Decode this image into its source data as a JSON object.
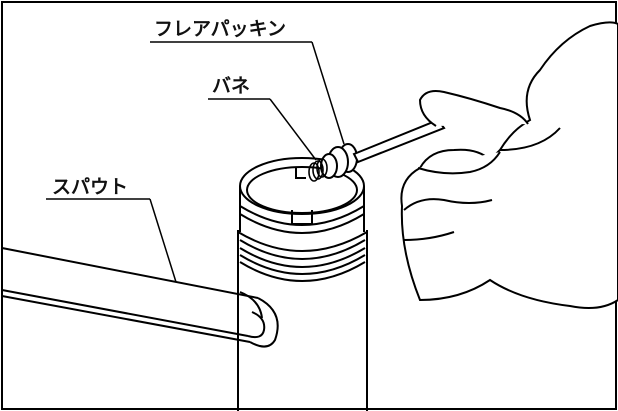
{
  "labels": {
    "flare_packing": "フレアパッキン",
    "spring": "バネ",
    "spout": "スパウト"
  }
}
